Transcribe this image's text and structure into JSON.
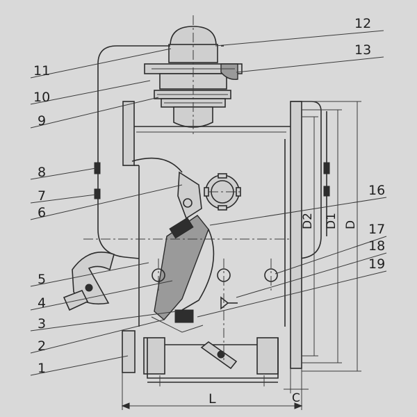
{
  "callouts": {
    "c1": "1",
    "c2": "2",
    "c3": "3",
    "c4": "4",
    "c5": "5",
    "c6": "6",
    "c7": "7",
    "c8": "8",
    "c9": "9",
    "c10": "10",
    "c11": "11",
    "c12": "12",
    "c13": "13",
    "c16": "16",
    "c17": "17",
    "c18": "18",
    "c19": "19"
  },
  "dimensions": {
    "length": "L",
    "d": "D",
    "d1": "D1",
    "d2": "D2",
    "c": "C"
  },
  "colors": {
    "background": "#d9d9d9",
    "line": "#2b2b2b"
  }
}
